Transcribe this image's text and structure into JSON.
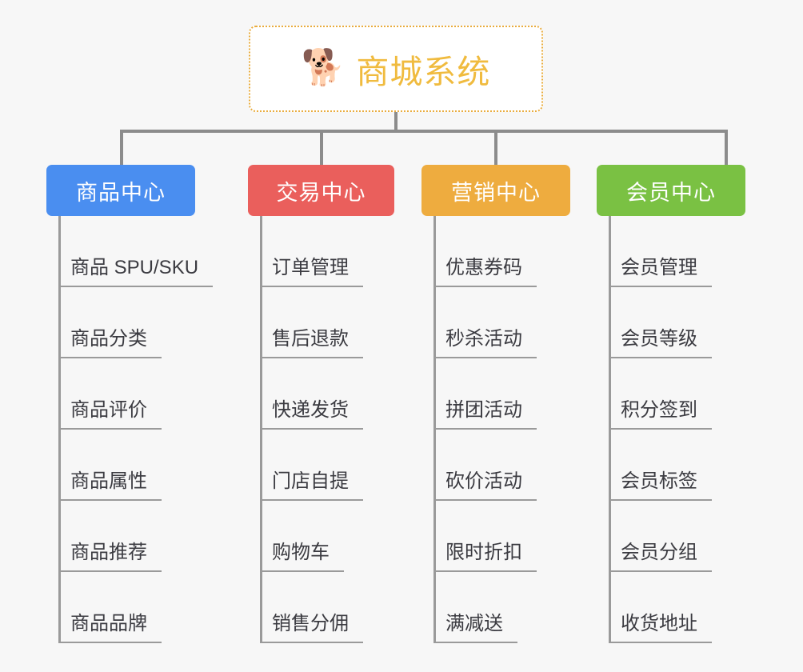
{
  "root": {
    "title": "商城系统",
    "icon": "shiba-dog-face-emoji",
    "emoji_glyph": "🐕",
    "border_color": "#e9ac3e",
    "text_color": "#f0bb3f",
    "background": "#ffffff"
  },
  "canvas": {
    "background": "#f7f7f7",
    "connector_color": "#8c8c8c"
  },
  "branches": [
    {
      "label": "商品中心",
      "color": "#4a8ef0",
      "items": [
        "商品 SPU/SKU",
        "商品分类",
        "商品评价",
        "商品属性",
        "商品推荐",
        "商品品牌"
      ]
    },
    {
      "label": "交易中心",
      "color": "#ea5f5c",
      "items": [
        "订单管理",
        "售后退款",
        "快递发货",
        "门店自提",
        "购物车",
        "销售分佣"
      ]
    },
    {
      "label": "营销中心",
      "color": "#eeac3f",
      "items": [
        "优惠券码",
        "秒杀活动",
        "拼团活动",
        "砍价活动",
        "限时折扣",
        "满减送"
      ]
    },
    {
      "label": "会员中心",
      "color": "#7ac143",
      "items": [
        "会员管理",
        "会员等级",
        "积分签到",
        "会员标签",
        "会员分组",
        "收货地址"
      ]
    }
  ]
}
